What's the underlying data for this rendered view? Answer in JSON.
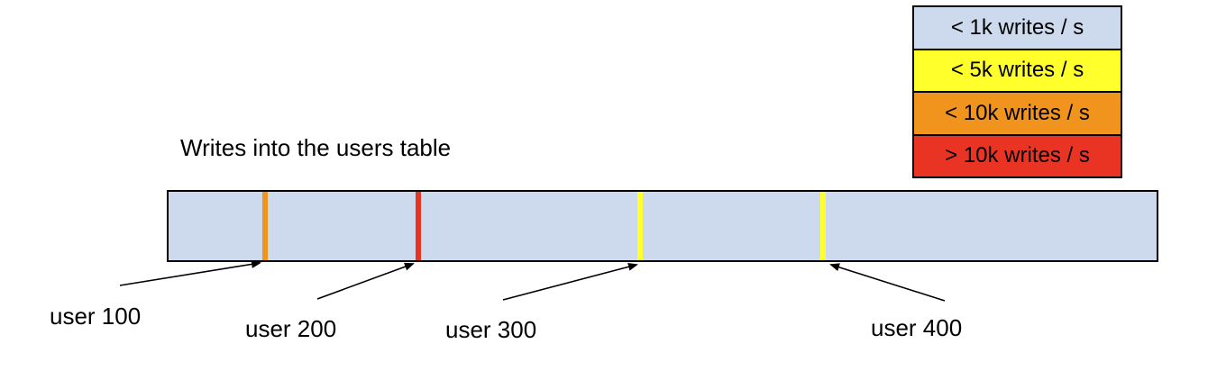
{
  "title": "Writes into the users table",
  "legend": {
    "items": [
      {
        "label": "< 1k writes / s",
        "color": "#cdd9ec"
      },
      {
        "label": "< 5k writes / s",
        "color": "#ffff2b"
      },
      {
        "label": "< 10k writes / s",
        "color": "#f0941e"
      },
      {
        "label": "> 10k writes / s",
        "color": "#ea3423"
      }
    ]
  },
  "table_bar": {
    "fill_color": "#cdd9ec",
    "border_color": "#000000",
    "markers": [
      {
        "label": "user 100",
        "rate_bucket": "< 10k writes / s",
        "color": "#f0941e"
      },
      {
        "label": "user 200",
        "rate_bucket": "> 10k writes / s",
        "color": "#ea3423"
      },
      {
        "label": "user 300",
        "rate_bucket": "< 5k writes / s",
        "color": "#ffff2b"
      },
      {
        "label": "user 400",
        "rate_bucket": "< 5k writes / s",
        "color": "#ffff2b"
      }
    ]
  }
}
